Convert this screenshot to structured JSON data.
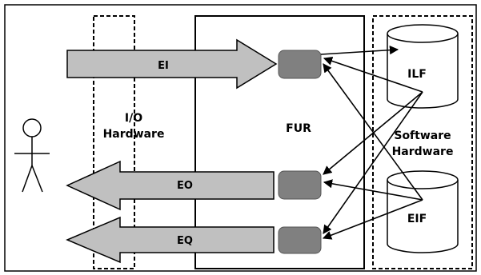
{
  "labels": {
    "io_hardware_line1": "I/O",
    "io_hardware_line2": "Hardware",
    "fur": "FUR",
    "software_hardware_line1": "Software",
    "software_hardware_line2": "Hardware",
    "ilf": "ILF",
    "eif": "EIF",
    "ei": "EI",
    "eo": "EO",
    "eq": "EQ"
  },
  "colors": {
    "arrow_fill": "#c0c0c0",
    "process_box": "#808080",
    "stroke": "#000000",
    "background": "#ffffff"
  },
  "icons": {
    "user": "stick-figure-icon",
    "ilf": "database-cylinder-icon",
    "eif": "database-cylinder-icon"
  }
}
